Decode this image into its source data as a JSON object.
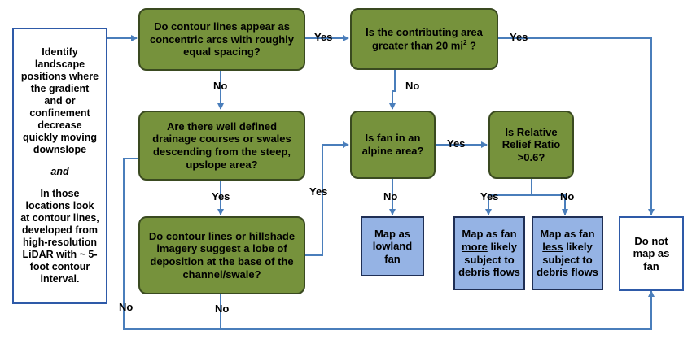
{
  "start": {
    "part1": "Identify landscape positions where the gradient and or confinement decrease quickly moving downslope",
    "and": "and",
    "part2": "In those locations look at contour lines, developed from high-resolution LiDAR with ~ 5-foot contour interval."
  },
  "q1": "Do contour lines appear as concentric arcs with roughly equal spacing?",
  "q2a": "Is the contributing area greater than 20 mi",
  "q2sup": "2",
  "q2b": " ?",
  "q3": "Are there well defined drainage courses or swales descending from the steep, upslope area?",
  "q4": "Do  contour lines or hillshade imagery suggest a lobe of deposition at the base of the channel/swale?",
  "q5": "Is fan in an alpine area?",
  "q6": "Is Relative Relief Ratio >0.6?",
  "out_lowland": "Map as lowland fan",
  "out_more_a": "Map as fan ",
  "out_more_u": "more",
  "out_more_b": " likely subject to debris flows",
  "out_less_a": "Map as fan ",
  "out_less_u": "less",
  "out_less_b": " likely subject to debris flows",
  "out_notfan": "Do not map as fan",
  "labels": {
    "yes": "Yes",
    "no": "No"
  }
}
